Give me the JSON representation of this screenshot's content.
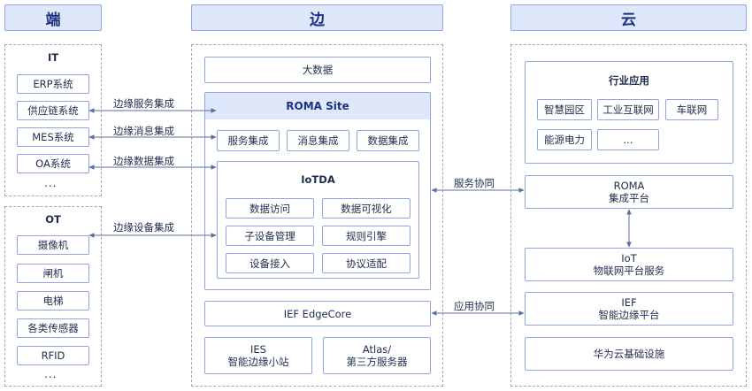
{
  "headers": {
    "end": "端",
    "edge": "边",
    "cloud": "云"
  },
  "it": {
    "title": "IT",
    "items": [
      "ERP系统",
      "供应链系统",
      "MES系统",
      "OA系统"
    ],
    "more": "..."
  },
  "ot": {
    "title": "OT",
    "items": [
      "摄像机",
      "闸机",
      "电梯",
      "各类传感器",
      "RFID"
    ],
    "more": "..."
  },
  "edge": {
    "big_data": "大数据",
    "roma_site": {
      "title": "ROMA Site",
      "items": [
        "服务集成",
        "消息集成",
        "数据集成"
      ]
    },
    "iotda": {
      "title": "IoTDA",
      "items": [
        "数据访问",
        "数据可视化",
        "子设备管理",
        "规则引擎",
        "设备接入",
        "协议适配"
      ]
    },
    "edgecore": "IEF EdgeCore",
    "ies": {
      "line1": "IES",
      "line2": "智能边缘小站"
    },
    "atlas": {
      "line1": "Atlas/",
      "line2": "第三方服务器"
    }
  },
  "cloud": {
    "industry": {
      "title": "行业应用",
      "items": [
        "智慧园区",
        "工业互联网",
        "车联网",
        "能源电力"
      ],
      "more": "..."
    },
    "roma": {
      "line1": "ROMA",
      "line2": "集成平台"
    },
    "iot": {
      "line1": "IoT",
      "line2": "物联网平台服务"
    },
    "ief": {
      "line1": "IEF",
      "line2": "智能边缘平台"
    },
    "infra": "华为云基础设施"
  },
  "connections": {
    "service_integration": "边缘服务集成",
    "message_integration": "边缘消息集成",
    "data_integration": "边缘数据集成",
    "device_integration": "边缘设备集成",
    "service_collab": "服务协同",
    "app_collab": "应用协同"
  }
}
